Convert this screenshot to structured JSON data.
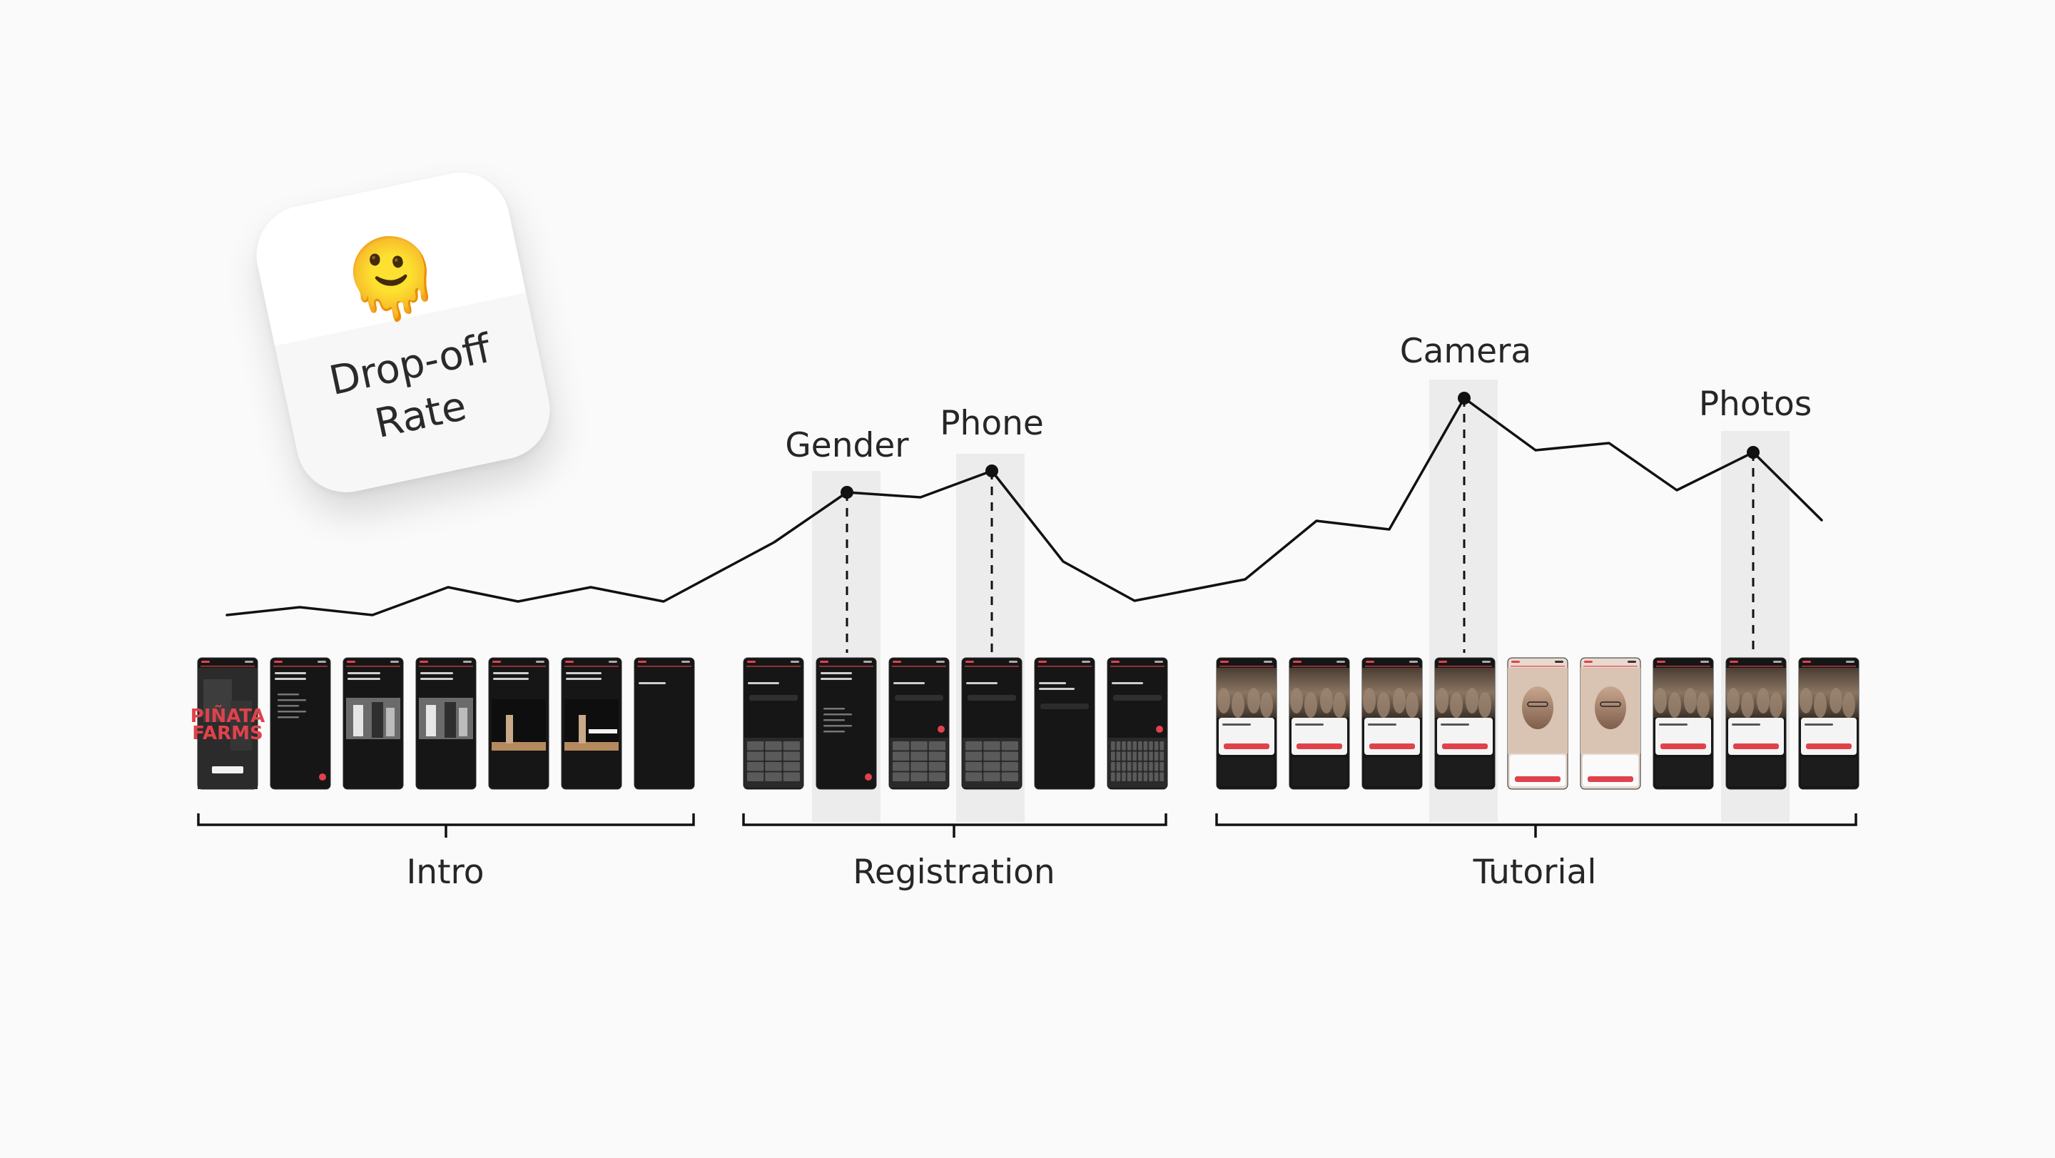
{
  "card": {
    "emoji": "🫠",
    "title_line1": "Drop-off",
    "title_line2": "Rate"
  },
  "peaks": [
    {
      "label": "Gender"
    },
    {
      "label": "Phone"
    },
    {
      "label": "Camera"
    },
    {
      "label": "Photos"
    }
  ],
  "groups": [
    {
      "label": "Intro"
    },
    {
      "label": "Registration"
    },
    {
      "label": "Tutorial"
    }
  ],
  "screens_logo": [
    "PIÑATA",
    "FARMS"
  ],
  "colors": {
    "line": "#111111",
    "highlight": "#ececec",
    "accent": "#e0424b",
    "screen_dark": "#161616"
  }
}
